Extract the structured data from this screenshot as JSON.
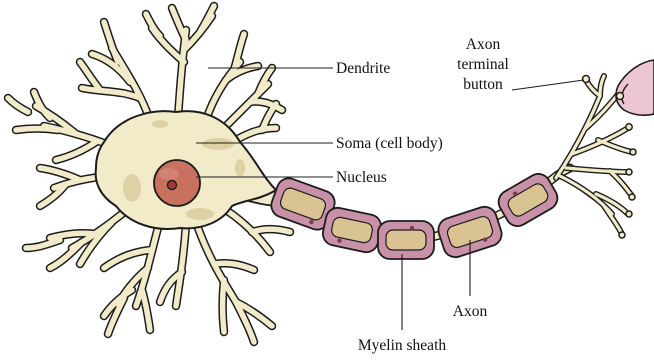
{
  "labels": {
    "dendrite": "Dendrite",
    "soma": "Soma (cell body)",
    "nucleus": "Nucleus",
    "axon_terminal_1": "Axon",
    "axon_terminal_2": "terminal",
    "axon_terminal_3": "button",
    "axon": "Axon",
    "myelin": "Myelin sheath"
  },
  "colors": {
    "cell_fill": "#f1ebc9",
    "cell_stroke": "#1c1c1c",
    "cell_shadow": "#dccda0",
    "nucleus_fill": "#c8715f",
    "nucleolus_fill": "#9e3f34",
    "myelin_fill": "#c891a8",
    "myelin_inner": "#d9c392",
    "terminal_target": "#ecc6d2"
  }
}
